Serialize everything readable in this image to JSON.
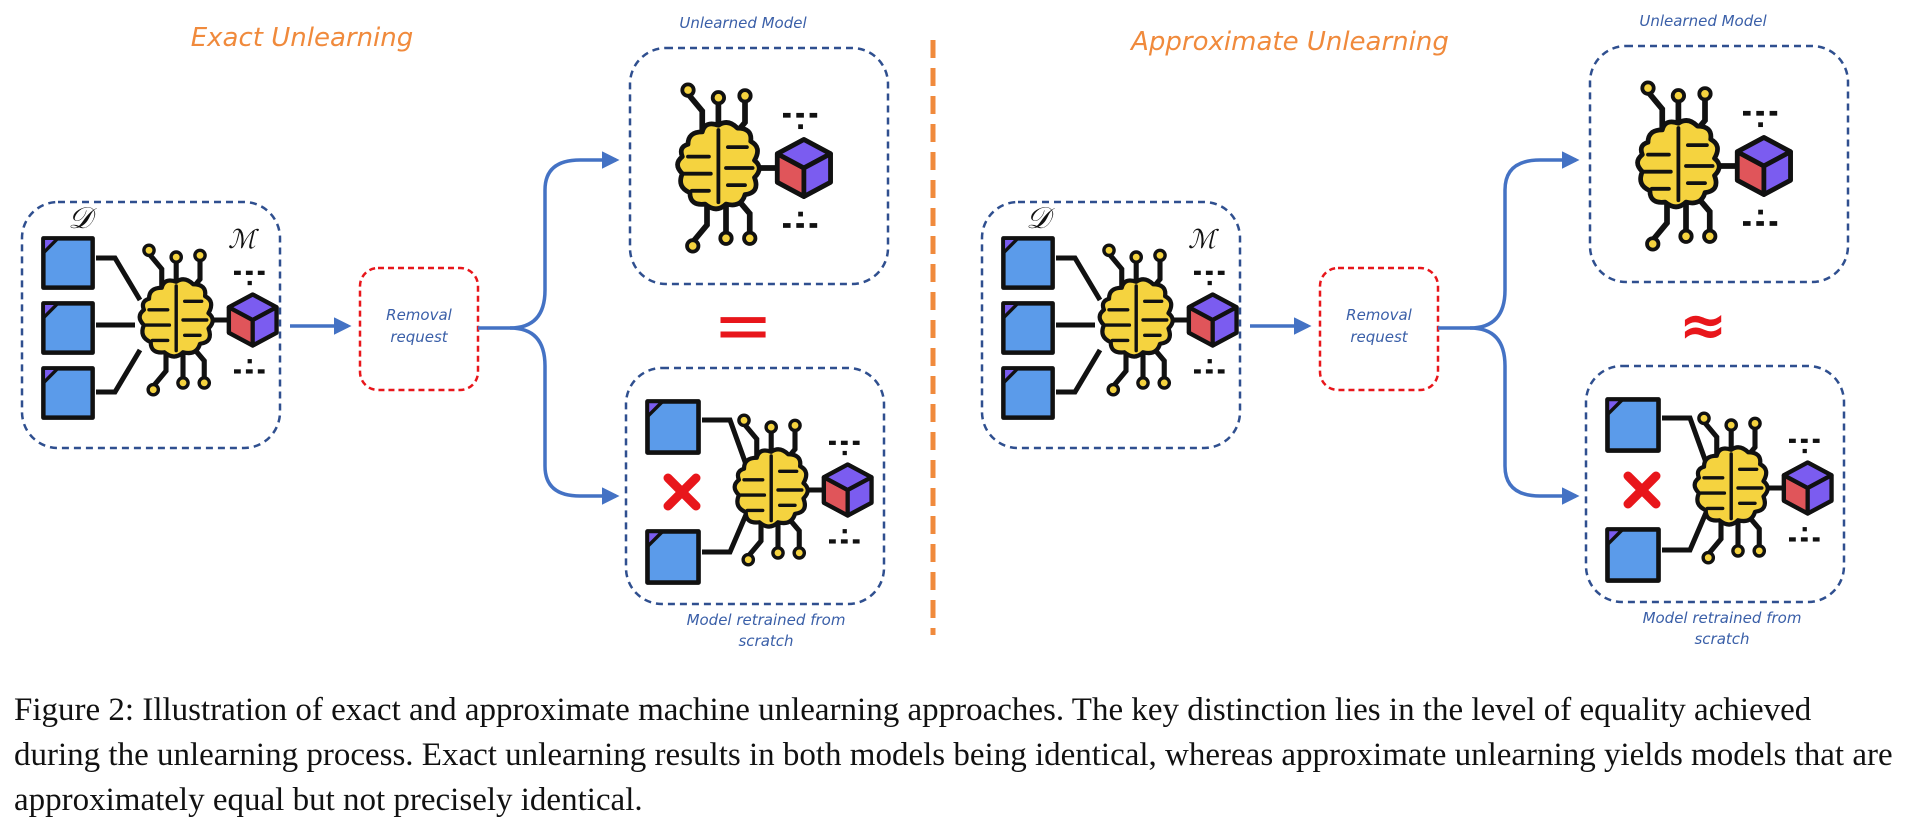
{
  "exact": {
    "title": "Exact Unlearning",
    "removal_request": [
      "Removal",
      "request"
    ],
    "unlearned_model_label": "Unlearned Model",
    "retrained_label": [
      "Model retrained from",
      "scratch"
    ],
    "relation_symbol": "="
  },
  "approx": {
    "title": "Approximate Unlearning",
    "removal_request": [
      "Removal",
      "request"
    ],
    "unlearned_model_label": "Unlearned Model",
    "retrained_label": [
      "Model retrained from",
      "scratch"
    ],
    "relation_symbol": "≈"
  },
  "symbols": {
    "dataset": "𝒟",
    "model": "ℳ"
  },
  "caption": "Figure 2: Illustration of exact and approximate machine unlearning approaches. The key distinction lies in the level of equality achieved during the unlearning process. Exact unlearning results in both models being identical, whereas approximate unlearning yields models that are approximately equal but not precisely identical.",
  "colors": {
    "title_orange": "#f08a3c",
    "box_border": "#2f4f8f",
    "arrow_blue": "#4472c4",
    "label_blue": "#3a5fa8",
    "red": "#e8161b",
    "doc_blue": "#5b9bea",
    "brain_yellow": "#f5d33f",
    "cube_red": "#e0555a",
    "cube_purple": "#7b5cf0",
    "divider": "#f08a3c"
  }
}
